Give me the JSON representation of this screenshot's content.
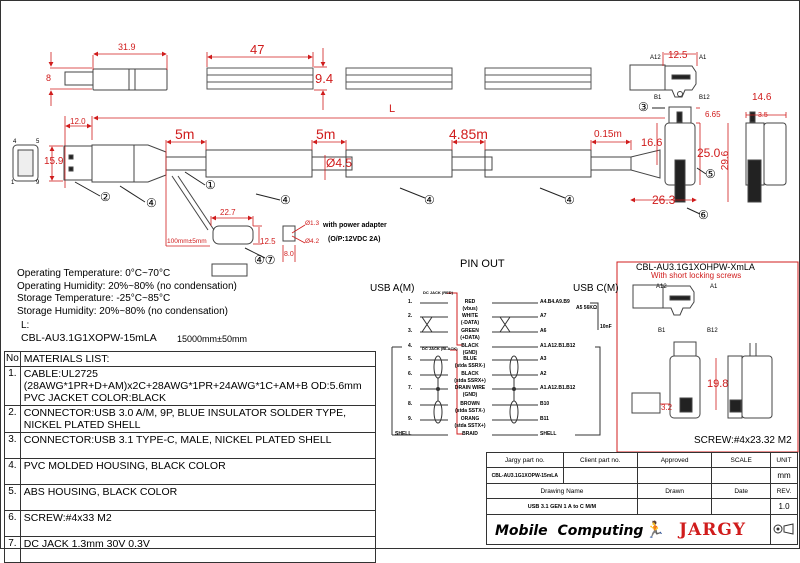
{
  "dimensions": {
    "usb_a_length": "31.9",
    "usb_a_height": "8",
    "housing_length": "47",
    "housing_height": "9.4",
    "overall_length_label": "L",
    "usb_a_tip": "12.0",
    "usb_a_width": "15.9",
    "seg1": "5m",
    "seg2": "5m",
    "seg3": "4.85m",
    "seg4": "0.15m",
    "cable_dia": "Ø4.5",
    "typec_width": "12.5",
    "typec_a12": "A12",
    "typec_a1": "A1",
    "typec_b1": "B1",
    "typec_b12": "B12",
    "dim_6_65": "6.65",
    "dim_16_6": "16.6",
    "dim_25_0": "25.0",
    "dim_26_3": "26.3",
    "dim_14_6": "14.6",
    "dim_3_5": "3.5",
    "dim_29_6": "29.6",
    "dc_length": "22.7",
    "dc_height": "12.5",
    "dc_tail": "100mm±5mm",
    "dc_pin": "Ø1.3",
    "dc_outer": "Ø4.2",
    "dc_width": "8.0",
    "pin_4": "4",
    "pin_5": "5",
    "pin_1": "1",
    "pin_9": "9"
  },
  "callouts": {
    "c1": "①",
    "c2": "②",
    "c3": "③",
    "c4": "④",
    "c5": "⑤",
    "c6": "⑥",
    "c47": "④⑦"
  },
  "power_adapter": {
    "line1": "with power adapter",
    "line2": "(O/P:12VDC 2A)"
  },
  "specs": [
    "Operating Temperature: 0°C~70°C",
    "Operating Humidity: 20%~80% (no condensation)",
    "Storage Temperature: -25°C~85°C",
    "Storage  Humidity: 20%~80% (no condensation)"
  ],
  "length_table": {
    "label": "L:",
    "part": "CBL-AU3.1G1XOPW-15mLA",
    "length": "15000mm±50mm"
  },
  "materials": {
    "header_no": "No",
    "header": "MATERIALS LIST:",
    "items": [
      {
        "no": "1.",
        "text": "CABLE:UL2725 (28AWG*1PR+D+AM)x2C+28AWG*1PR+24AWG*1C+AM+B OD:5.6mm  PVC JACKET COLOR:BLACK"
      },
      {
        "no": "2.",
        "text": "CONNECTOR:USB 3.0 A/M, 9P, BLUE INSULATOR SOLDER TYPE, NICKEL PLATED SHELL"
      },
      {
        "no": "3.",
        "text": "CONNECTOR:USB 3.1 TYPE-C, MALE, NICKEL PLATED SHELL"
      },
      {
        "no": "4.",
        "text": "PVC MOLDED HOUSING, BLACK COLOR"
      },
      {
        "no": "5.",
        "text": "ABS HOUSING, BLACK COLOR"
      },
      {
        "no": "6.",
        "text": "SCREW:#4x33 M2"
      },
      {
        "no": "7.",
        "text": "DC JACK 1.3mm 30V 0.3V"
      }
    ]
  },
  "pinout": {
    "title": "PIN OUT",
    "left_header": "USB A(M)",
    "right_header": "USB C(M)",
    "dc_red": "DC JACK (RED)",
    "dc_black": "DC JACK (BLACK)",
    "resistor": "A5",
    "resistor_val": "56KΩ",
    "cap": "10nF",
    "rows": [
      {
        "pin": "1.",
        "wire": "RED",
        "sub": "(vbus)",
        "c": "A4.B4.A9.B9"
      },
      {
        "pin": "2.",
        "wire": "WHITE",
        "sub": "(-DATA)",
        "c": "A7"
      },
      {
        "pin": "3.",
        "wire": "GREEN",
        "sub": "(+DATA)",
        "c": "A6"
      },
      {
        "pin": "4.",
        "wire": "BLACK",
        "sub": "(GND)",
        "c": "A1.A12.B1.B12"
      },
      {
        "pin": "5.",
        "wire": "BLUE",
        "sub": "(stda SSRX-)",
        "c": "A3"
      },
      {
        "pin": "6.",
        "wire": "BLACK",
        "sub": "(stda SSRX+)",
        "c": "A2"
      },
      {
        "pin": "7.",
        "wire": "DRAIN WIRE",
        "sub": "(GND)",
        "c": "A1.A12.B1.B12"
      },
      {
        "pin": "8.",
        "wire": "BROWN",
        "sub": "(stda SSTX-)",
        "c": "B10"
      },
      {
        "pin": "9.",
        "wire": "ORANG",
        "sub": "(stda SSTX+)",
        "c": "B11"
      },
      {
        "pin": "SHELL",
        "wire": "BRAID",
        "sub": "",
        "c": "SHELL"
      }
    ]
  },
  "variant": {
    "part": "CBL-AU3.1G1XOHPW-XmLA",
    "subtitle": "With short locking screws",
    "a12": "A12",
    "a1": "A1",
    "b1": "B1",
    "b12": "B12",
    "dim_19_8": "19.8",
    "dim_3_2": "3.2",
    "screw": "SCREW:#4x23.32 M2"
  },
  "title_block": {
    "h_jargy": "Jargy part no.",
    "h_client": "Client part no.",
    "h_approved": "Approved",
    "h_scale": "SCALE",
    "h_unit": "UNIT",
    "jargy_part": "CBL-AU3.1G1XOPW-15mLA",
    "client_part": "",
    "approved": "",
    "scale": "",
    "unit": "mm",
    "h_drawing": "Drawing Name",
    "h_drawn": "Drawn",
    "h_date": "Date",
    "h_rev": "REV.",
    "drawing_name": "USB 3.1 GEN 1 A to C M/M",
    "drawn": "",
    "date": "",
    "rev": "1.0",
    "logo_mobile": "Mobile",
    "logo_computing": "Computing",
    "logo_jargy": "JARGY",
    "projection_icon": "first-angle-projection-icon"
  },
  "colors": {
    "dimension": "#d01c1c",
    "line": "#333333"
  }
}
